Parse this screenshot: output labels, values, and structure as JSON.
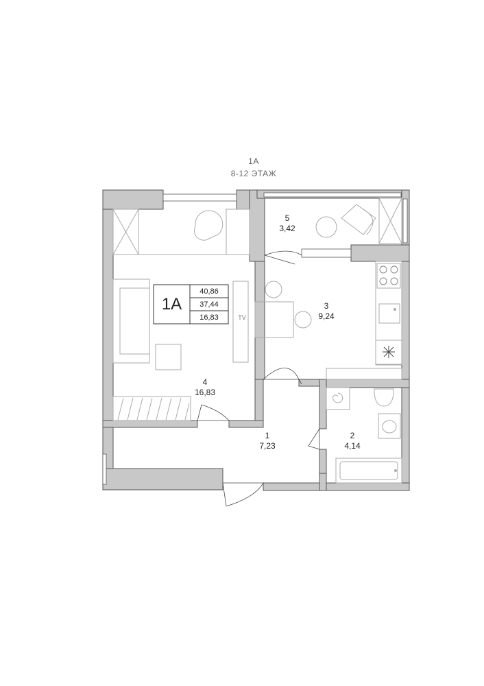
{
  "plan": {
    "title": "1A",
    "floor": "8-12 ЭТАЖ"
  },
  "badge": {
    "code": "1A",
    "total_area": "40,86",
    "living_total": "37,44",
    "living_area": "16,83"
  },
  "rooms": [
    {
      "number": "1",
      "area": "7,23"
    },
    {
      "number": "2",
      "area": "4,14"
    },
    {
      "number": "3",
      "area": "9,24"
    },
    {
      "number": "4",
      "area": "16,83"
    },
    {
      "number": "5",
      "area": "3,42"
    }
  ],
  "furniture": {
    "tv_label": "TV"
  },
  "colors": {
    "wall": "#c8c8c8",
    "line": "#444444",
    "furniture_line": "#aaaaaa"
  }
}
